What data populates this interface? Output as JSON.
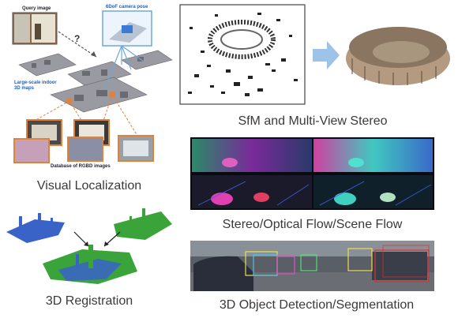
{
  "captions": {
    "visual_localization": "Visual Localization",
    "sfm_mvs": "SfM and Multi-View Stereo",
    "flow": "Stereo/Optical Flow/Scene Flow",
    "registration": "3D Registration",
    "detection": "3D Object Detection/Segmentation"
  },
  "loc_labels": {
    "query": "Query image",
    "pose": "6DoF camera pose",
    "maps": "Large-scale indoor 3D maps",
    "database": "Database of RGBD images",
    "question": "?"
  },
  "colors": {
    "arrow_blue": "#6fa8dc",
    "reg_blue": "#3a63c8",
    "reg_green": "#3aa33a",
    "box_orange": "#e0823a"
  }
}
